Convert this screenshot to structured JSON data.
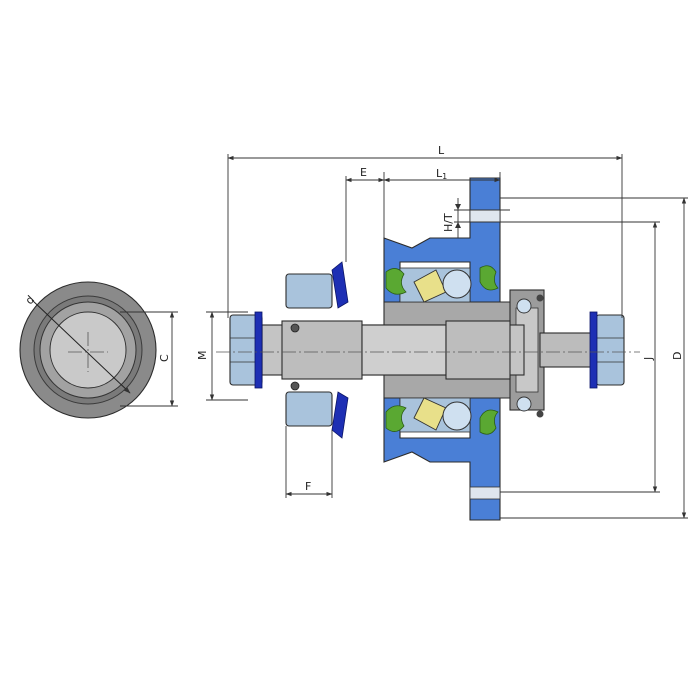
{
  "dimensions": {
    "L": "L",
    "L1": "L",
    "L1_subscript": "1",
    "E": "E",
    "F": "F",
    "HT": "H/T",
    "J": "J",
    "D": "D",
    "M": "M",
    "C": "C",
    "d": "d"
  },
  "colors": {
    "flange_blue": "#4a7fd6",
    "shaft_grey": "#b5b5b5",
    "dark_grey": "#7d7d7d",
    "light_blue": "#a9c3dc",
    "seal_green": "#5aa832",
    "bearing_yellow": "#e8e08a",
    "ring_dark_blue": "#1d2fb4"
  }
}
